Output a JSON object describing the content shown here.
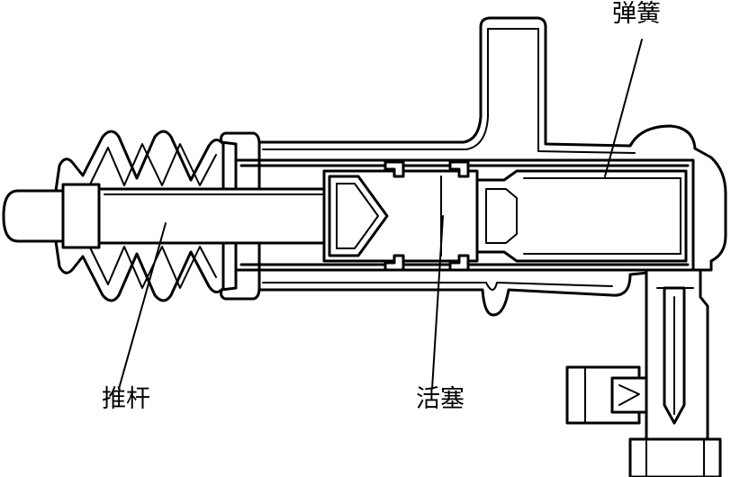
{
  "labels": {
    "spring": "弹簧",
    "push_rod": "推杆",
    "piston": "活塞"
  },
  "colors": {
    "line": "#000000",
    "background": "#ffffff"
  }
}
